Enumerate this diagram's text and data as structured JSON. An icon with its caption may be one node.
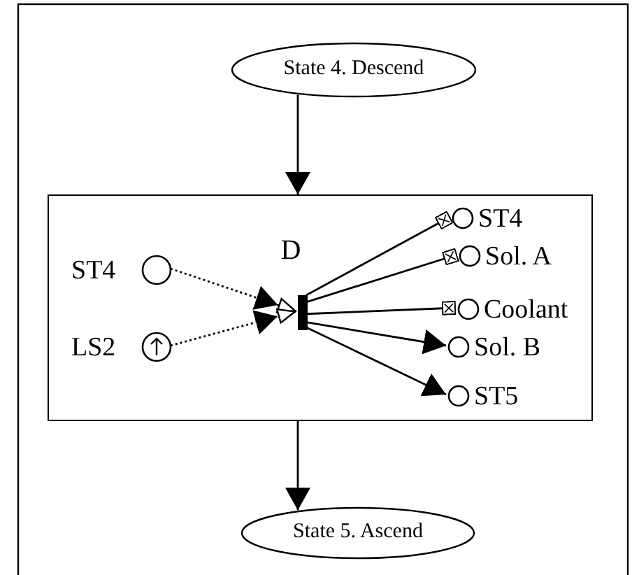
{
  "diagram": {
    "nodes": [
      {
        "text": [
          "State 4. Descend"
        ]
      },
      {
        "text": [],
        "shape": "box"
      },
      {
        "text": [
          "ST4"
        ],
        "in": 1
      },
      {
        "text": [
          "LS2"
        ],
        "in": 1
      },
      {
        "text": [
          "D"
        ],
        "in": 1
      },
      {
        "text": [
          "ST4"
        ],
        "in": 1
      },
      {
        "text": [
          "Sol. A"
        ],
        "in": 1
      },
      {
        "text": [
          "Coolant"
        ],
        "in": 1
      },
      {
        "text": [
          "Sol. B"
        ],
        "in": 1
      },
      {
        "text": [
          "ST5"
        ],
        "in": 1
      },
      {
        "text": [
          "State 5. Ascend"
        ]
      }
    ],
    "edges": [
      {
        "from": 0,
        "to": 1,
        "arrow": "to"
      },
      {
        "from": 2,
        "to": 4,
        "arrow": "to",
        "style": "dashed"
      },
      {
        "from": 3,
        "to": 4,
        "arrow": "to",
        "style": "dashed"
      },
      {
        "from": 4,
        "to": 5,
        "arrow": "other"
      },
      {
        "from": 4,
        "to": 6,
        "arrow": "other"
      },
      {
        "from": 4,
        "to": 7,
        "arrow": "other"
      },
      {
        "from": 4,
        "to": 8,
        "arrow": "to"
      },
      {
        "from": 4,
        "to": 9,
        "arrow": "to"
      },
      {
        "from": 1,
        "to": 10,
        "arrow": "to"
      }
    ]
  }
}
